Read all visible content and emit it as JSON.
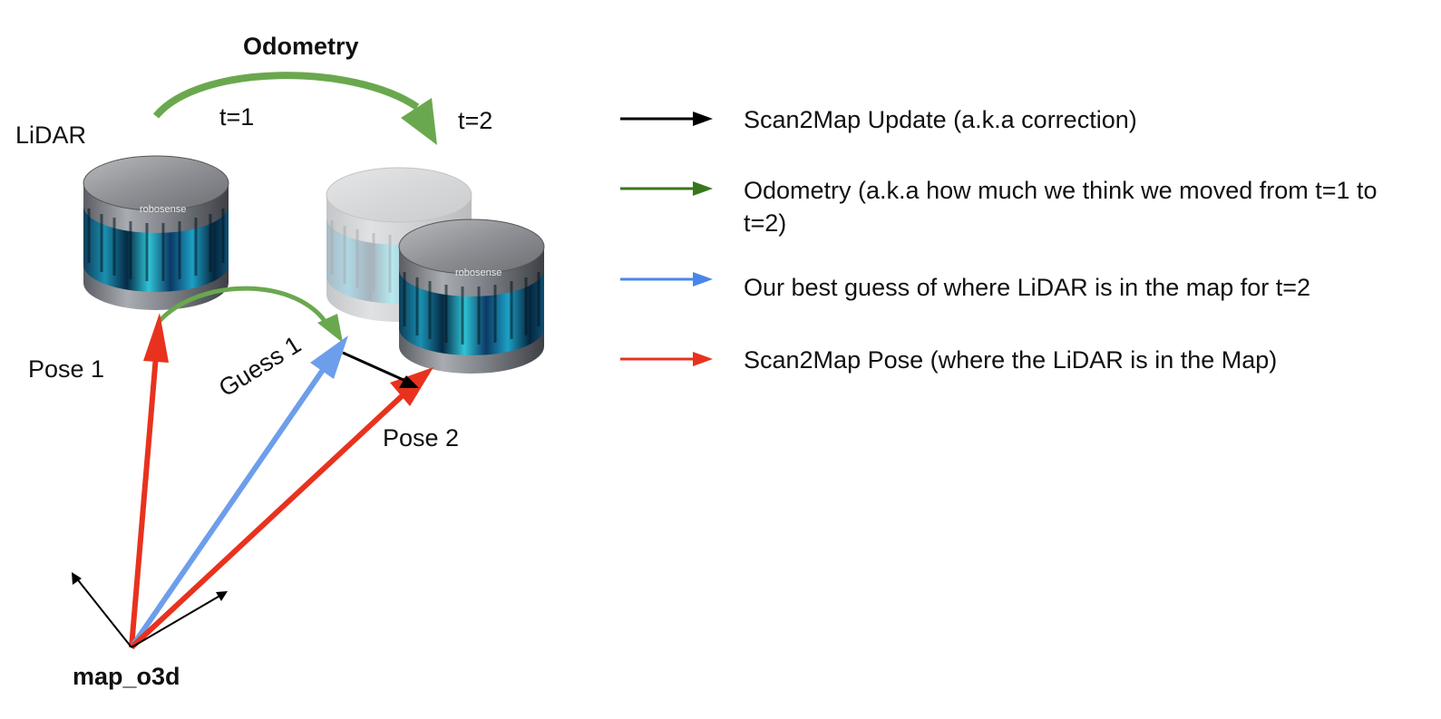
{
  "title": "Odometry",
  "labels": {
    "lidar": "LiDAR",
    "t1": "t=1",
    "t2": "t=2",
    "pose1": "Pose 1",
    "guess1": "Guess 1",
    "pose2": "Pose 2",
    "map_frame": "map_o3d",
    "sensor_brand": "robosense"
  },
  "colors": {
    "correction": "#000000",
    "odometry": "#6aa84f",
    "odometry_dark": "#38761d",
    "guess": "#6d9eeb",
    "guess_dark": "#4a86e8",
    "pose": "#e8321e"
  },
  "legend": [
    {
      "color": "#000000",
      "text": "Scan2Map Update (a.k.a correction)"
    },
    {
      "color": "#38761d",
      "text": "Odometry (a.k.a how much we think we moved from t=1 to t=2)"
    },
    {
      "color": "#4a86e8",
      "text": "Our best guess of where LiDAR is in the map for t=2"
    },
    {
      "color": "#e8321e",
      "text": "Scan2Map Pose (where the LiDAR is in the Map)"
    }
  ]
}
